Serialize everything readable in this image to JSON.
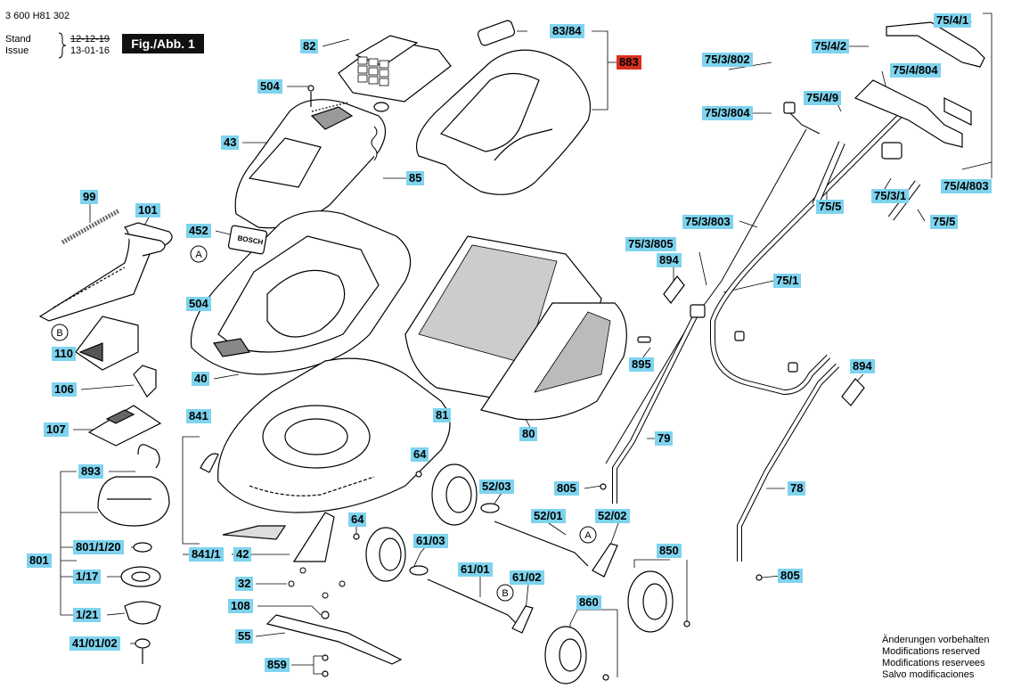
{
  "header": {
    "doc_number": "3 600 H81 302",
    "stand_label": "Stand",
    "issue_label": "Issue",
    "old_date": "12-12-19",
    "new_date": "13-01-16",
    "figure": "Fig./Abb. 1"
  },
  "brand_mark": "BOSCH",
  "labels": {
    "l82": "82",
    "l8384": "83/84",
    "l883": "883",
    "l504a": "504",
    "l43": "43",
    "l85": "85",
    "l99": "99",
    "l101": "101",
    "l452": "452",
    "l504b": "504",
    "l110": "110",
    "l106": "106",
    "l40": "40",
    "l107": "107",
    "l841": "841",
    "l893": "893",
    "l801": "801",
    "l801120": "801/1/20",
    "l117": "1/17",
    "l121": "1/21",
    "l410102": "41/01/02",
    "l8411": "841/1",
    "l42": "42",
    "l32": "32",
    "l108": "108",
    "l55": "55",
    "l859": "859",
    "l64a": "64",
    "l64b": "64",
    "l81": "81",
    "l80": "80",
    "l5203": "52/03",
    "l5201": "52/01",
    "l5202": "52/02",
    "l6103": "61/03",
    "l6101": "61/01",
    "l6102": "61/02",
    "l860": "860",
    "l850": "850",
    "l805a": "805",
    "l805b": "805",
    "l79": "79",
    "l78": "78",
    "l895": "895",
    "l894a": "894",
    "l894b": "894",
    "l753805": "75/3/805",
    "l751": "75/1",
    "l753803": "75/3/803",
    "l753802": "75/3/802",
    "l753804": "75/3/804",
    "l7541": "75/4/1",
    "l7542": "75/4/2",
    "l754804": "75/4/804",
    "l7549": "75/4/9",
    "l7531": "75/3/1",
    "l755a": "75/5",
    "l755b": "75/5",
    "l754803": "75/4/803"
  },
  "callouts": {
    "a1": "A",
    "b1": "B",
    "a2": "A",
    "b2": "B"
  },
  "notes": [
    "Änderungen vorbehalten",
    "Modifications reserved",
    "Modifications reservees",
    "Salvo modificaciones"
  ]
}
